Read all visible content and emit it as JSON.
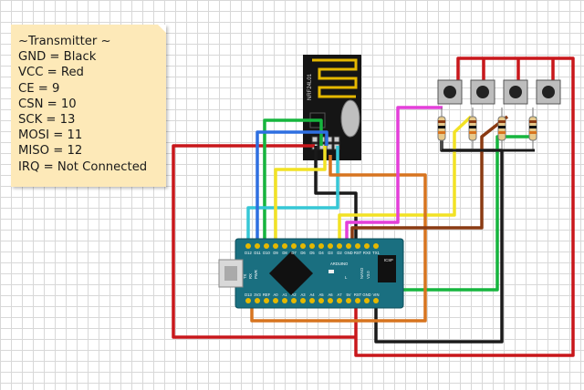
{
  "note": {
    "lines": [
      "~Transmitter ~",
      "GND = Black",
      "VCC = Red",
      "CE = 9",
      "CSN = 10",
      "SCK = 13",
      "MOSI = 11",
      "MISO = 12",
      "IRQ = Not Connected"
    ]
  },
  "arduino": {
    "top_pins": [
      "D12",
      "D11",
      "D10",
      "D9",
      "D8",
      "D7",
      "D6",
      "D5",
      "D4",
      "D3",
      "D2",
      "GND",
      "RST",
      "RX0",
      "TX1"
    ],
    "bottom_pins": [
      "D13",
      "3V3",
      "REF",
      "A0",
      "A1",
      "A2",
      "A3",
      "A4",
      "A5",
      "A6",
      "A7",
      "5V",
      "RST",
      "GND",
      "VIN"
    ],
    "labels": [
      "ARDUINO",
      "NANO",
      "V3.0",
      "ICSP",
      "TX",
      "RX",
      "PWR",
      "L"
    ]
  },
  "radio": {
    "label": "NRF24L01"
  },
  "colors": {
    "board": "#1a6f80",
    "red": "#c8171b",
    "black": "#1a1a1a",
    "green": "#16b53e",
    "cyan": "#36c7d6",
    "blue": "#2e6fe0",
    "yellow": "#f2e224",
    "orange": "#d7741f",
    "magenta": "#e43fd9",
    "brown": "#8a3a12"
  }
}
